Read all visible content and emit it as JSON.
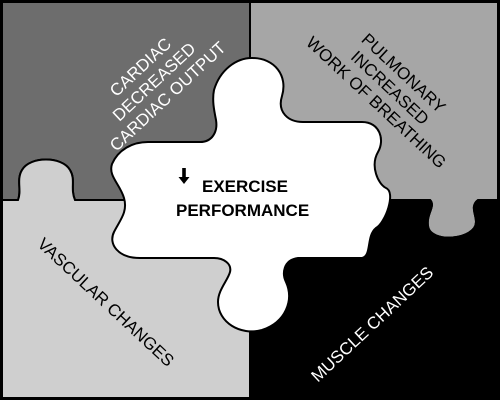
{
  "pieces": {
    "cardiac": {
      "lines": [
        "CARDIAC",
        "DECREASED",
        "CARDIAC OUTPUT"
      ],
      "fill": "#6d6d6d",
      "text_color": "#ffffff"
    },
    "pulmonary": {
      "lines": [
        "PULMONARY",
        "INCREASED",
        "WORK OF BREATHING"
      ],
      "fill": "#a6a6a6",
      "text_color": "#000000"
    },
    "vascular": {
      "label": "VASCULAR CHANGES",
      "fill": "#cfcfcf",
      "text_color": "#000000"
    },
    "muscle": {
      "label": "MUSCLE CHANGES",
      "fill": "#000000",
      "text_color": "#ffffff"
    }
  },
  "center": {
    "arrow_icon": "down-arrow-icon",
    "line1": "EXERCISE",
    "line2": "PERFORMANCE",
    "fill": "#ffffff",
    "text_color": "#000000"
  }
}
